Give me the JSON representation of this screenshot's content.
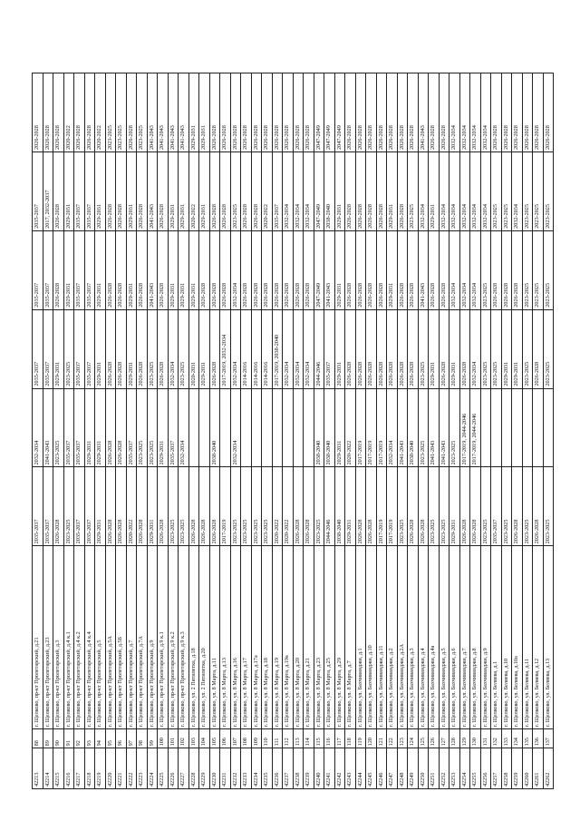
{
  "rows": [
    [
      "42213",
      "88",
      "г. Щелково, пр-кт Пролетарский, д.21",
      "2035-2037",
      "2032-2034",
      "2035-2037",
      "2035-2037",
      "2035-2037",
      "2026-2028"
    ],
    [
      "42214",
      "89",
      "г. Щелково, пр-кт Пролетарский, д.23",
      "2035-2037",
      "2041-2043",
      "2035-2037",
      "2035-2037",
      "2017, 2032-2037",
      "2026-2028"
    ],
    [
      "42215",
      "90",
      "г. Щелково, пр-кт Пролетарский, д.3",
      "2026-2028",
      "2023-2025",
      "2029-2031",
      "2026-2028",
      "2026-2028",
      "2026-2028"
    ],
    [
      "42216",
      "91",
      "г. Щелково, пр-кт Пролетарский, д.4 к.1",
      "2023-2025",
      "2035-2037",
      "2023-2025",
      "2029-2031",
      "2029-2031",
      "2020-2022"
    ],
    [
      "42217",
      "92",
      "г. Щелково, пр-кт Пролетарский, д.4 к.2",
      "2035-2037",
      "2035-2037",
      "2035-2037",
      "2035-2037",
      "2035-2037",
      "2026-2028"
    ],
    [
      "42218",
      "93",
      "г. Щелково, пр-кт Пролетарский, д.4 к.4",
      "2035-2037",
      "2029-2031",
      "2035-2037",
      "2035-2037",
      "2035-2037",
      "2026-2028"
    ],
    [
      "42219",
      "94",
      "г. Щелково, пр-кт Пролетарский, д.5",
      "2029-2031",
      "2029-2031",
      "2029-2031",
      "2029-2031",
      "2029-2031",
      "2020-2022"
    ],
    [
      "42220",
      "95",
      "г. Щелково, пр-кт Пролетарский, д.5А",
      "2026-2028",
      "2026-2028",
      "2026-2028",
      "2026-2028",
      "2026-2028",
      "2023-2025"
    ],
    [
      "42221",
      "96",
      "г. Щелково, пр-кт Пролетарский, д.5Б",
      "2026-2028",
      "2026-2028",
      "2026-2028",
      "2026-2028",
      "2026-2028",
      "2023-2025"
    ],
    [
      "42222",
      "97",
      "г. Щелково, пр-кт Пролетарский, д.7",
      "2020-2022",
      "2035-2037",
      "2029-2031",
      "2029-2031",
      "2029-2031",
      "2026-2028"
    ],
    [
      "42223",
      "98",
      "г. Щелково, пр-кт Пролетарский, д.7А",
      "2026-2028",
      "2023-2025",
      "2026-2028",
      "2026-2028",
      "2026-2028",
      "2023-2025"
    ],
    [
      "42224",
      "99",
      "г. Щелково, пр-кт Пролетарский, д.9",
      "2029-2031",
      "2023-2025",
      "2023-2025",
      "2041-2043",
      "2041-2043",
      "2041-2043"
    ],
    [
      "42225",
      "100",
      "г. Щелково, пр-кт Пролетарский, д.9 к.1",
      "2026-2028",
      "2029-2031",
      "2026-2028",
      "2026-2028",
      "2026-2028",
      "2041-2043"
    ],
    [
      "42226",
      "101",
      "г. Щелково, пр-кт Пролетарский, д.9 к.2",
      "2023-2025",
      "2035-2037",
      "2032-2034",
      "2029-2031",
      "2029-2031",
      "2041-2043"
    ],
    [
      "42227",
      "102",
      "г. Щелково, пр-кт Пролетарский, д.9 к.3",
      "2023-2025",
      "2032-2034",
      "2023-2025",
      "2029-2031",
      "2029-2031",
      "2041-2043"
    ],
    [
      "42228",
      "103",
      "г. Щелково, ул. 2 Пятилетка, д.18",
      "2026-2028",
      "",
      "2020-2031",
      "2029-2031",
      "2020-2022",
      "2029-2031"
    ],
    [
      "42229",
      "104",
      "г. Щелково, ул. 2 Пятилетка, д.20",
      "2026-2028",
      "",
      "2029-2031",
      "2026-2028",
      "2029-2031",
      "2029-2031"
    ],
    [
      "42230",
      "105",
      "г. Щелково, ул. 8 Марта, д.11",
      "2026-2028",
      "2038-2040",
      "2026-2028",
      "2026-2028",
      "2026-2028",
      "2026-2028"
    ],
    [
      "42231",
      "106",
      "г. Щелково, ул. 8 Марта, д.13",
      "2017-2019",
      "",
      "2017-2019, 2032-2034",
      "2026-2028",
      "2026-2028",
      "2026-2028"
    ],
    [
      "42232",
      "107",
      "г. Щелково, ул. 8 Марта, д.16",
      "2023-2025",
      "2032-2034",
      "2032-2034",
      "2032-2034",
      "2023-2025",
      "2026-2028"
    ],
    [
      "42233",
      "108",
      "г. Щелково, ул. 8 Марта, д.17",
      "2023-2025",
      "",
      "2014-2016",
      "2026-2028",
      "2026-2028",
      "2026-2028"
    ],
    [
      "42234",
      "109",
      "г. Щелково, ул. 8 Марта, д.17а",
      "2023-2025",
      "",
      "2014-2016",
      "2026-2028",
      "2026-2028",
      "2026-2028"
    ],
    [
      "42235",
      "110",
      "г. Щелково, ул. 8 Марта, д.18",
      "2023-2025",
      "",
      "2014-2016",
      "2026-2028",
      "2020-2022",
      "2026-2028"
    ],
    [
      "42236",
      "111",
      "г. Щелково, ул. 8 Марта, д.19",
      "2020-2022",
      "",
      "2017-2019, 2038-2040",
      "2026-2028",
      "2035-2037",
      "2026-2028"
    ],
    [
      "42237",
      "112",
      "г. Щелково, ул. 8 Марта, д.19а",
      "2020-2022",
      "",
      "2032-2034",
      "2026-2028",
      "2032-2034",
      "2026-2028"
    ],
    [
      "42238",
      "113",
      "г. Щелково, ул. 8 Марта, д.20",
      "2026-2028",
      "",
      "2032-2034",
      "2026-2028",
      "2032-2034",
      "2026-2028"
    ],
    [
      "42239",
      "114",
      "г. Щелково, ул. 8 Марта, д.21",
      "2026-2028",
      "",
      "2032-2034",
      "2026-2028",
      "2032-2034",
      "2026-2028"
    ],
    [
      "42240",
      "115",
      "г. Щелково, ул. 8 Марта, д.23",
      "2023-2025",
      "2038-2040",
      "2044-2046",
      "2047-2049",
      "2047-2049",
      "2047-2049"
    ],
    [
      "42241",
      "116",
      "г. Щелково, ул. 8 Марта, д.25",
      "2044-2046",
      "2038-2040",
      "2035-2037",
      "2041-2043",
      "2038-2040",
      "2047-2049"
    ],
    [
      "42242",
      "117",
      "г. Щелково, ул. 8 Марта, д.29",
      "2038-2040",
      "2029-2031",
      "2029-2031",
      "2029-2031",
      "2029-2031",
      "2047-2049"
    ],
    [
      "42243",
      "118",
      "г. Щелково, ул. 8 Марта, д.7",
      "2029-2031",
      "2020-2022",
      "2026-2028",
      "2026-2028",
      "2026-2028",
      "2026-2028"
    ],
    [
      "42244",
      "119",
      "г. Щелково, ул. Бахчиванджи, д.1",
      "2026-2028",
      "2017-2019",
      "2026-2028",
      "2026-2028",
      "2026-2028",
      "2026-2028"
    ],
    [
      "42245",
      "120",
      "г. Щелково, ул. Бахчиванджи, д.10",
      "2026-2028",
      "2017-2019",
      "2026-2028",
      "2026-2028",
      "2026-2028",
      "2026-2028"
    ],
    [
      "42246",
      "121",
      "г. Щелково, ул. Бахчиванджи, д.11",
      "2017-2019",
      "2017-2019",
      "2026-2028",
      "2026-2028",
      "2026-2028",
      "2026-2028"
    ],
    [
      "42247",
      "122",
      "г. Щелково, ул. Бахчиванджи, д.2",
      "2017-2019",
      "2032-2034",
      "2026-2028",
      "2029-2031",
      "2029-2031",
      "2026-2028"
    ],
    [
      "42248",
      "123",
      "г. Щелково, ул. Бахчиванджи, д.2А",
      "2023-2025",
      "2041-2043",
      "2026-2028",
      "2026-2028",
      "2026-2028",
      "2026-2028"
    ],
    [
      "42249",
      "124",
      "г. Щелково, ул. Бахчиванджи, д.3",
      "2026-2028",
      "2038-2040",
      "2026-2028",
      "2026-2028",
      "2023-2025",
      "2026-2028"
    ],
    [
      "42250",
      "125",
      "г. Щелково, ул. Бахчиванджи, д.4",
      "2026-2028",
      "2023-2025",
      "2023-2025",
      "2041-2043",
      "2032-2034",
      "2041-2043"
    ],
    [
      "42251",
      "126",
      "г. Щелково, ул. Бахчиванджи, д.4а",
      "2023-2025",
      "2041-2043",
      "2029-2031",
      "2026-2028",
      "2029-2031",
      "2026-2028"
    ],
    [
      "42252",
      "127",
      "г. Щелково, ул. Бахчиванджи, д.5",
      "2023-2025",
      "2041-2043",
      "2026-2028",
      "2026-2028",
      "2032-2034",
      "2026-2028"
    ],
    [
      "42253",
      "128",
      "г. Щелково, ул. Бахчиванджи, д.6",
      "2029-2031",
      "2023-2025",
      "2029-2031",
      "2032-2034",
      "2032-2034",
      "2032-2034"
    ],
    [
      "42254",
      "129",
      "г. Щелково, ул. Бахчиванджи, д.7",
      "2026-2028",
      "2017-2019, 2044-2046",
      "2026-2028",
      "2032-2034",
      "2032-2034",
      "2032-2034"
    ],
    [
      "42255",
      "130",
      "г. Щелково, ул. Бахчиванджи, д.8",
      "2026-2028",
      "2017-2019, 2044-2046",
      "2032-2034",
      "2032-2034",
      "2032-2034",
      "2032-2034"
    ],
    [
      "42256",
      "131",
      "г. Щелково, ул. Бахчиванджи, д.9",
      "2023-2025",
      "",
      "2023-2025",
      "2023-2025",
      "2032-2034",
      "2032-2034"
    ],
    [
      "42257",
      "132",
      "г. Щелково, ул. Беляева, д.1",
      "2035-2037",
      "",
      "2023-2025",
      "2026-2028",
      "2023-2025",
      "2026-2028"
    ],
    [
      "42258",
      "133",
      "г. Щелково, ул. Беляева, д.10",
      "2023-2025",
      "",
      "2029-2031",
      "2026-2028",
      "2023-2025",
      "2026-2028"
    ],
    [
      "42259",
      "134",
      "г. Щелково, ул. Беляева, д.10а",
      "2026-2028",
      "",
      "2029-2031",
      "2026-2028",
      "2032-2034",
      "2026-2028"
    ],
    [
      "42260",
      "135",
      "г. Щелково, ул. Беляева, д.11",
      "2023-2025",
      "",
      "2023-2025",
      "2023-2025",
      "2023-2025",
      "2026-2028"
    ],
    [
      "42261",
      "136",
      "г. Щелково, ул. Беляева, д.12",
      "2026-2028",
      "",
      "2026-2028",
      "2023-2025",
      "2023-2025",
      "2026-2028"
    ],
    [
      "42262",
      "137",
      "г. Щелково, ул. Беляева, д.13",
      "2023-2025",
      "",
      "2023-2025",
      "2023-2025",
      "2023-2025",
      "2026-2028"
    ]
  ]
}
